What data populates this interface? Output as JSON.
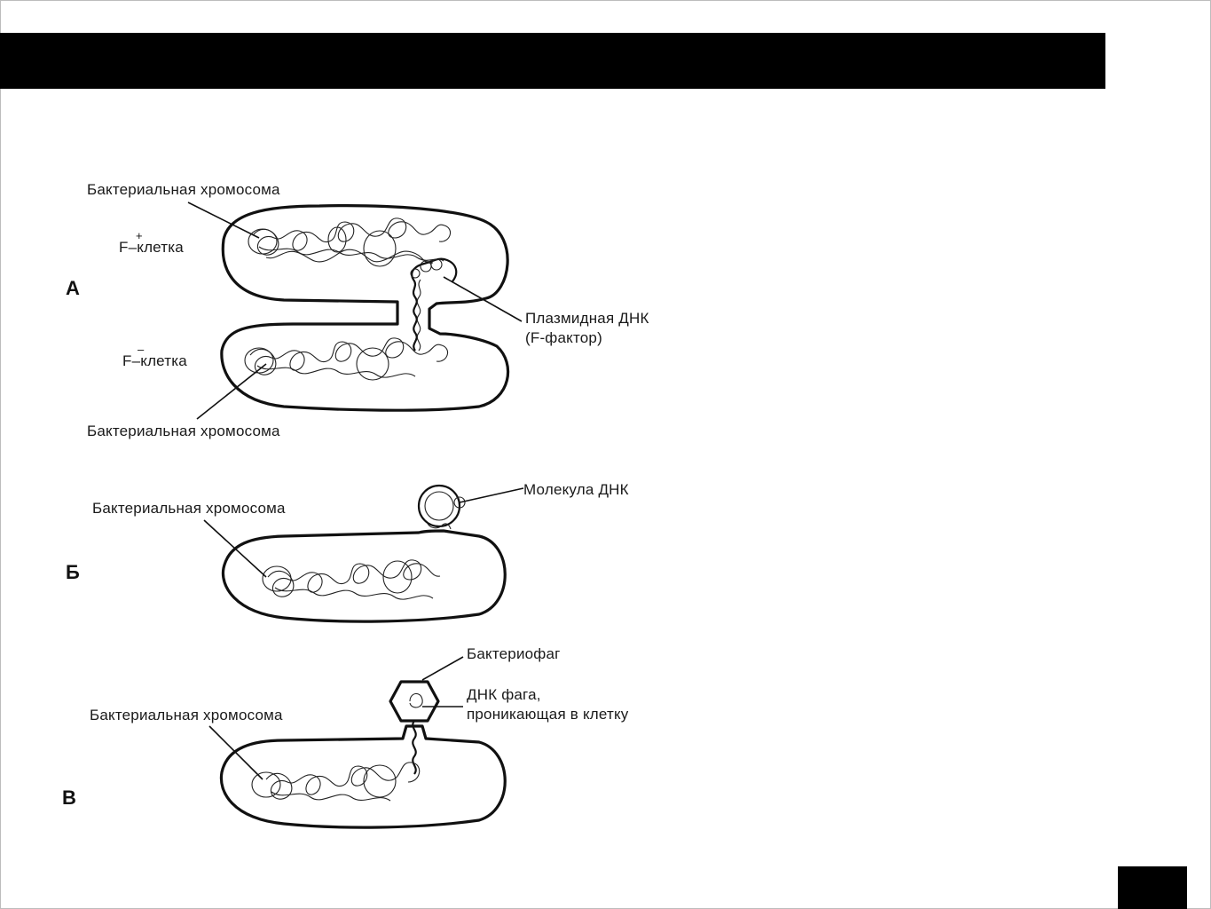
{
  "panels": {
    "a": {
      "letter": "А",
      "top_chromosome_label": "Бактериальная хромосома",
      "f_plus_cell_label": "F–клетка",
      "f_plus_sign": "+",
      "f_minus_cell_label": "F–клетка",
      "f_minus_sign": "–",
      "plasmid_label_line1": "Плазмидная ДНК",
      "plasmid_label_line2": "(F-фактор)",
      "bottom_chromosome_label": "Бактериальная хромосома"
    },
    "b": {
      "letter": "Б",
      "chromosome_label": "Бактериальная хромосома",
      "dna_molecule_label": "Молекула ДНК"
    },
    "c": {
      "letter": "В",
      "chromosome_label": "Бактериальная хромосома",
      "bacteriophage_label": "Бактериофаг",
      "phage_dna_label_line1": "ДНК фага,",
      "phage_dna_label_line2": "проникающая в клетку"
    }
  },
  "colors": {
    "title_bar": "#000000",
    "ink": "#111111",
    "background": "#ffffff"
  }
}
